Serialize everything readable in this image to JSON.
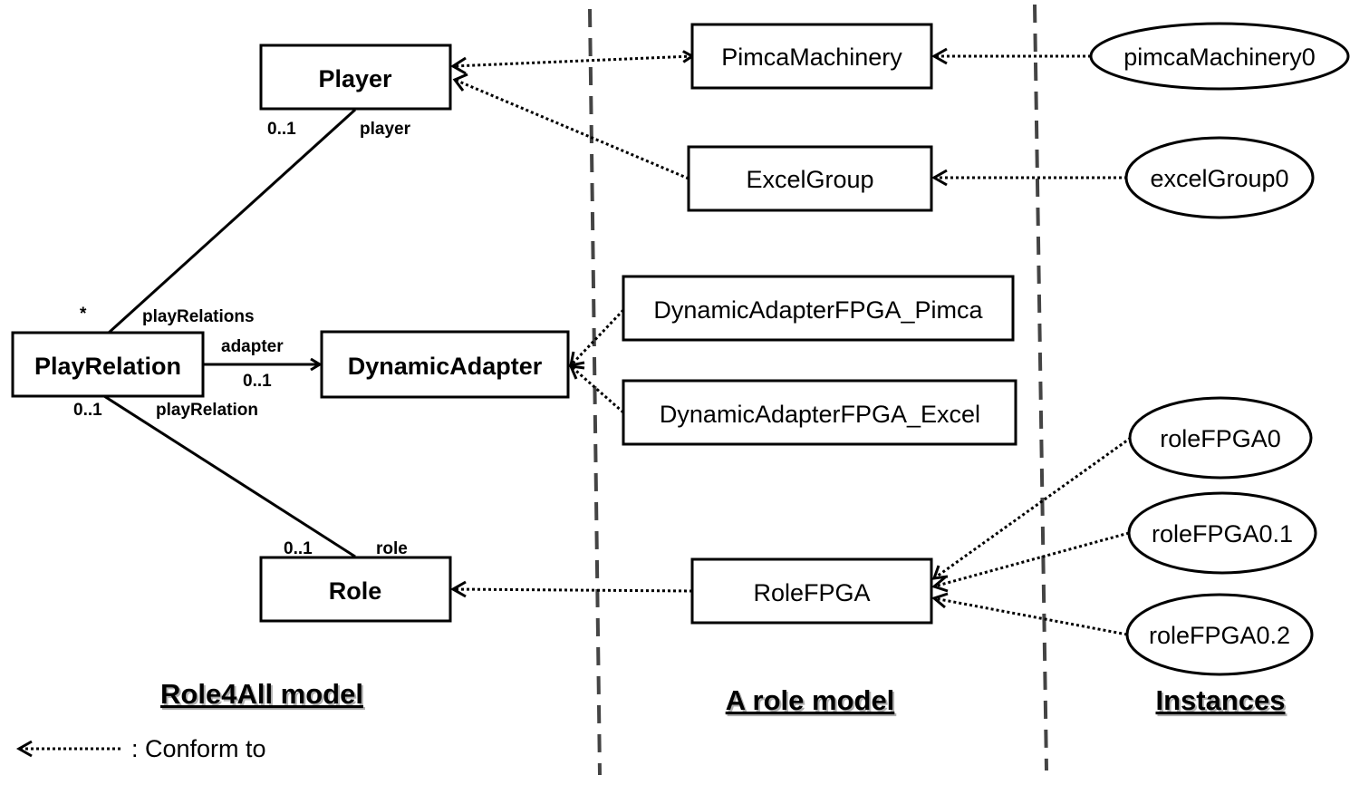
{
  "role4all": {
    "player": "Player",
    "play_relation": "PlayRelation",
    "dynamic_adapter": "DynamicAdapter",
    "role": "Role",
    "mult_player_01": "0..1",
    "end_player": "player",
    "mult_star": "*",
    "end_play_relations": "playRelations",
    "end_adapter": "adapter",
    "mult_adapter_01": "0..1",
    "mult_role_side_01": "0..1",
    "end_play_relation": "playRelation",
    "mult_role_01": "0..1",
    "end_role": "role",
    "section_title": "Role4All model"
  },
  "role_model": {
    "pimca_machinery": "PimcaMachinery",
    "excel_group": "ExcelGroup",
    "adapter_pimca": "DynamicAdapterFPGA_Pimca",
    "adapter_excel": "DynamicAdapterFPGA_Excel",
    "role_fpga": "RoleFPGA",
    "section_title": "A role model"
  },
  "instances": {
    "pimca_machinery0": "pimcaMachinery0",
    "excel_group0": "excelGroup0",
    "role_fpga0": "roleFPGA0",
    "role_fpga0_1": "roleFPGA0.1",
    "role_fpga0_2": "roleFPGA0.2",
    "section_title": "Instances"
  },
  "legend": {
    "text": ": Conform to"
  }
}
